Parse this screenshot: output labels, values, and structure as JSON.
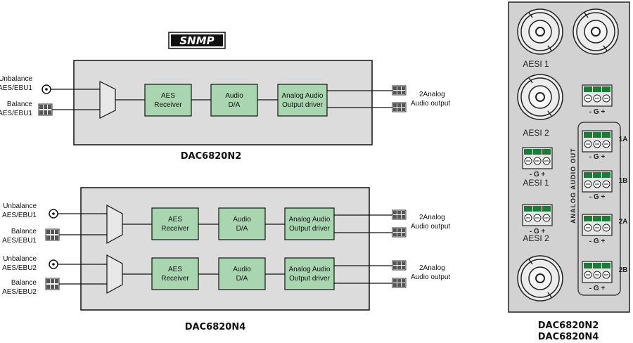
{
  "logo": {
    "text": "SNMP"
  },
  "diagram_n2": {
    "caption": "DAC6820N2",
    "inputs": [
      {
        "line1": "Unbalance",
        "line2": "AES/EBU1"
      },
      {
        "line1": "Balance",
        "line2": "AES/EBU1"
      }
    ],
    "blocks": {
      "receiver": {
        "line1": "AES",
        "line2": "Receiver"
      },
      "da": {
        "line1": "Audio",
        "line2": "D/A"
      },
      "driver": {
        "line1": "Analog Audio",
        "line2": "Output driver"
      }
    },
    "output": {
      "line1": "2Analog",
      "line2": "Audio output"
    }
  },
  "diagram_n4": {
    "caption": "DAC6820N4",
    "inputs": [
      {
        "line1": "Unbalance",
        "line2": "AES/EBU1"
      },
      {
        "line1": "Balance",
        "line2": "AES/EBU1"
      },
      {
        "line1": "Unbalance",
        "line2": "AES/EBU2"
      },
      {
        "line1": "Balance",
        "line2": "AES/EBU2"
      }
    ],
    "channels": [
      {
        "receiver": {
          "line1": "AES",
          "line2": "Receiver"
        },
        "da": {
          "line1": "Audio",
          "line2": "D/A"
        },
        "driver": {
          "line1": "Analog Audio",
          "line2": "Output driver"
        },
        "output": {
          "line1": "2Analog",
          "line2": "Audio output"
        }
      },
      {
        "receiver": {
          "line1": "AES",
          "line2": "Receiver"
        },
        "da": {
          "line1": "Audio",
          "line2": "D/A"
        },
        "driver": {
          "line1": "Analog Audio",
          "line2": "Output driver"
        },
        "output": {
          "line1": "2Analog",
          "line2": "Audio output"
        }
      }
    ]
  },
  "rear_panel": {
    "labels": {
      "aesi1_bnc": "AESI 1",
      "aesi2_bnc": "AESI 2",
      "aesi1_term": "AESI 1",
      "aesi2_term": "AESI 2",
      "analog_out": "ANALOG AUDIO OUT",
      "pins": "- G +",
      "out_1a": "1A",
      "out_1b": "1B",
      "out_2a": "2A",
      "out_2b": "2B"
    },
    "caption_line1": "DAC6820N2",
    "caption_line2": "DAC6820N4"
  },
  "colors": {
    "box_fill": "#dcdcdc",
    "block_fill": "#a9d6b0",
    "panel_fill": "#d2d2d2",
    "terminal_green": "#2f8f45"
  }
}
